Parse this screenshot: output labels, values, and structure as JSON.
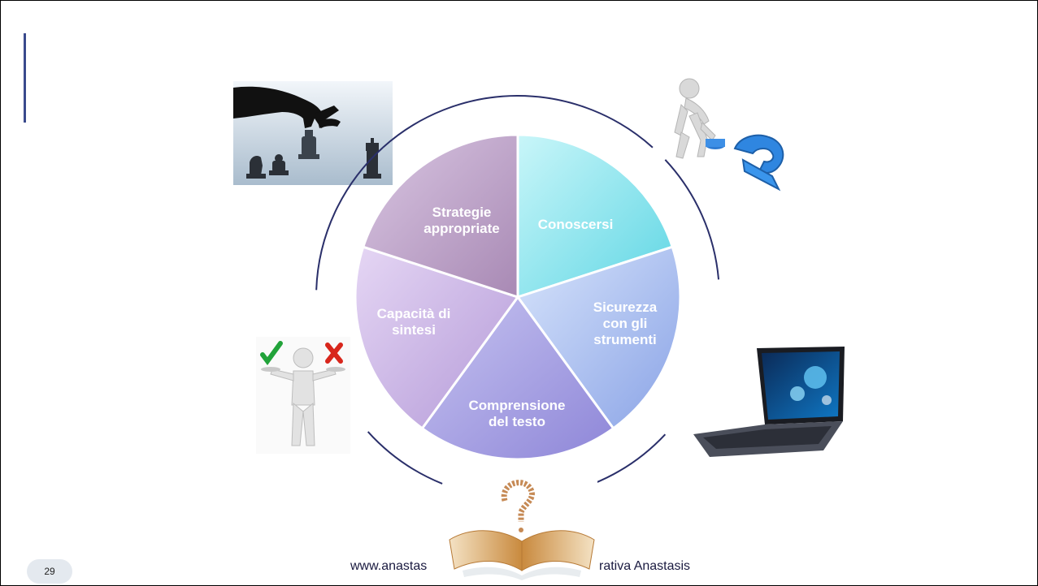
{
  "slide": {
    "page_number": "29",
    "footer_left": "www.anastas",
    "footer_right": "rativa Anastasis"
  },
  "diagram": {
    "segments": [
      {
        "label_lines": [
          "Conoscersi"
        ],
        "color_start": "#c9f6f9",
        "color_end": "#5fd6e4"
      },
      {
        "label_lines": [
          "Sicurezza",
          "con gli",
          "strumenti"
        ],
        "color_start": "#d7e4fb",
        "color_end": "#8aa3e6"
      },
      {
        "label_lines": [
          "Comprensione",
          "del testo"
        ],
        "color_start": "#c6c3f0",
        "color_end": "#8e86d8"
      },
      {
        "label_lines": [
          "Capacità di",
          "sintesi"
        ],
        "color_start": "#e5d6f4",
        "color_end": "#b49ad8"
      },
      {
        "label_lines": [
          "Strategie",
          "appropriate"
        ],
        "color_start": "#d9c6e2",
        "color_end": "#a889b4"
      }
    ],
    "ring_color": "#2a2f6a"
  },
  "images": {
    "top_left": "chess-hand-image",
    "top_right": "thinking-question-mark-image",
    "left": "balance-check-cross-image",
    "right": "laptop-image",
    "bottom": "open-book-image"
  }
}
